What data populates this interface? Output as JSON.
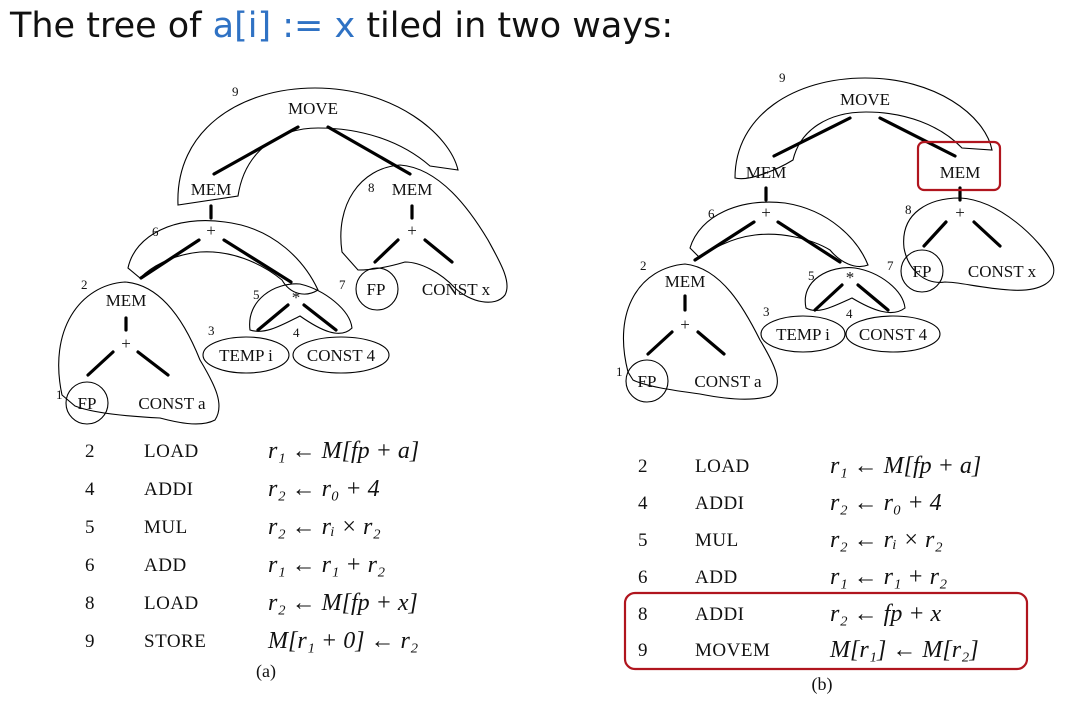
{
  "title": {
    "prefix": "The tree of ",
    "code": "a[i] := x",
    "suffix": " tiled in two ways:"
  },
  "tree_a": {
    "caption": "(a)",
    "nodes": {
      "move": "MOVE",
      "mem_left": "MEM",
      "mem_right": "MEM",
      "plus_top": "+",
      "mem_inner": "MEM",
      "plus_inner": "+",
      "fp": "FP",
      "const_a": "CONST a",
      "mul": "*",
      "temp_i": "TEMP i",
      "const_4": "CONST 4",
      "plus_right": "+",
      "fp_right": "FP",
      "const_x": "CONST x"
    },
    "tile_numbers": {
      "t9": "9",
      "t8": "8",
      "t7": "7",
      "t6": "6",
      "t5": "5",
      "t4": "4",
      "t3": "3",
      "t2": "2",
      "t1": "1"
    },
    "instructions": [
      {
        "num": "2",
        "op": "LOAD",
        "eq": "r₁ ← M[fp + a]"
      },
      {
        "num": "4",
        "op": "ADDI",
        "eq": "r₂ ← r₀ + 4"
      },
      {
        "num": "5",
        "op": "MUL",
        "eq": "r₂ ← rᵢ × r₂"
      },
      {
        "num": "6",
        "op": "ADD",
        "eq": "r₁ ← r₁ + r₂"
      },
      {
        "num": "8",
        "op": "LOAD",
        "eq": "r₂ ← M[fp + x]"
      },
      {
        "num": "9",
        "op": "STORE",
        "eq": "M[r₁ + 0] ← r₂"
      }
    ]
  },
  "tree_b": {
    "caption": "(b)",
    "nodes": {
      "move": "MOVE",
      "mem_left": "MEM",
      "mem_right": "MEM",
      "plus_left": "+",
      "mem_inner": "MEM",
      "plus_inner": "+",
      "fp": "FP",
      "const_a": "CONST a",
      "mul": "*",
      "temp_i": "TEMP i",
      "const_4": "CONST 4",
      "plus_right": "+",
      "fp_right": "FP",
      "const_x": "CONST x"
    },
    "tile_numbers": {
      "t9": "9",
      "t8": "8",
      "t7": "7",
      "t6": "6",
      "t5": "5",
      "t4": "4",
      "t3": "3",
      "t2": "2",
      "t1": "1"
    },
    "instructions": [
      {
        "num": "2",
        "op": "LOAD",
        "eq": "r₁ ← M[fp + a]"
      },
      {
        "num": "4",
        "op": "ADDI",
        "eq": "r₂ ← r₀ + 4"
      },
      {
        "num": "5",
        "op": "MUL",
        "eq": "r₂ ← rᵢ × r₂"
      },
      {
        "num": "6",
        "op": "ADD",
        "eq": "r₁ ← r₁ + r₂"
      },
      {
        "num": "8",
        "op": "ADDI",
        "eq": "r₂ ← fp + x"
      },
      {
        "num": "9",
        "op": "MOVEM",
        "eq": "M[r₁] ← M[r₂]"
      }
    ]
  },
  "colors": {
    "title_highlight": "#2f72c4",
    "highlight_box": "#b0151e"
  }
}
